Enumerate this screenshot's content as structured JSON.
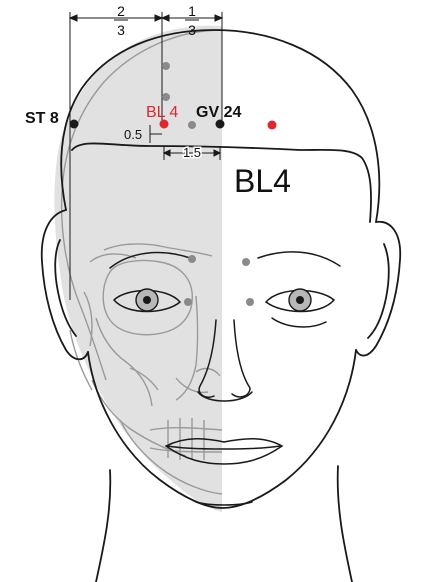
{
  "diagram": {
    "title": "BL4",
    "colors": {
      "outline": "#1a1a1a",
      "skull_shade": "#e1e1e1",
      "skull_line": "#9a9a9a",
      "label": "#111111",
      "highlight": "#e0262f",
      "ref_point": "#8a8a8a"
    },
    "dimensions": {
      "frac_left_num": "2",
      "frac_left_den": "3",
      "frac_right_num": "1",
      "frac_right_den": "3",
      "offset_small": "0.5",
      "offset_large": "1.5"
    },
    "points": [
      {
        "id": "st8",
        "label": "ST 8",
        "color": "black"
      },
      {
        "id": "bl4",
        "label": "BL 4",
        "color": "red"
      },
      {
        "id": "gv24",
        "label": "GV 24",
        "color": "black"
      }
    ]
  }
}
